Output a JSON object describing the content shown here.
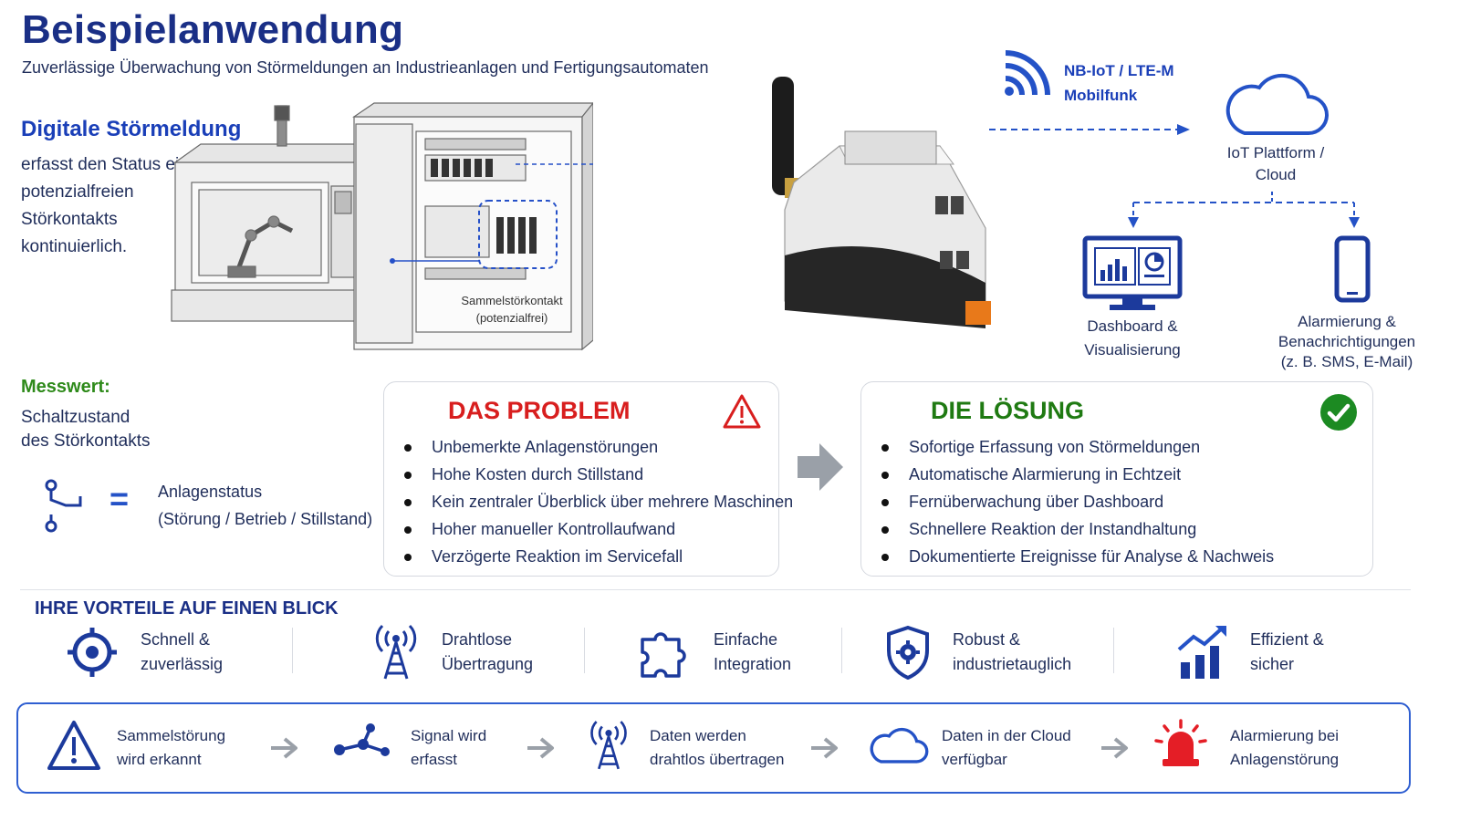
{
  "header": {
    "title": "Beispielanwendung",
    "subtitle": "Zuverlässige Überwachung von Störmeldungen an Industrieanlagen und Fertigungsautomaten"
  },
  "digital": {
    "heading": "Digitale Störmeldung",
    "lines": [
      "erfasst den Status eines",
      "potenzialfreien",
      "Störkontakts",
      "kontinuierlich."
    ]
  },
  "contact_caption": [
    "Sammelstörkontakt",
    "(potenzialfrei)"
  ],
  "network": {
    "line1": "NB-IoT / LTE-M",
    "line2": "Mobilfunk"
  },
  "cloud": {
    "line1": "IoT Plattform /",
    "line2": "Cloud"
  },
  "dashboard": {
    "line1": "Dashboard &",
    "line2": "Visualisierung"
  },
  "alerting": {
    "line1": "Alarmierung &",
    "line2": "Benachrichtigungen",
    "line3": "(z. B. SMS, E-Mail)"
  },
  "measure": {
    "heading": "Messwert:",
    "line1": "Schaltzustand",
    "line2": "des Störkontakts",
    "equals": "=",
    "result1": "Anlagenstatus",
    "result2": "(Störung / Betrieb / Stillstand)"
  },
  "problem": {
    "title": "DAS PROBLEM",
    "items": [
      "Unbemerkte Anlagenstörungen",
      "Hohe Kosten durch Stillstand",
      "Kein zentraler Überblick über mehrere Maschinen",
      "Hoher manueller Kontrollaufwand",
      "Verzögerte Reaktion im Servicefall"
    ]
  },
  "solution": {
    "title": "DIE LÖSUNG",
    "items": [
      "Sofortige Erfassung von Störmeldungen",
      "Automatische Alarmierung in Echtzeit",
      "Fernüberwachung über Dashboard",
      "Schnellere Reaktion der Instandhaltung",
      "Dokumentierte Ereignisse für Analyse & Nachweis"
    ]
  },
  "advantages": {
    "heading": "IHRE VORTEILE AUF EINEN BLICK",
    "items": [
      {
        "line1": "Schnell &",
        "line2": "zuverlässig",
        "icon": "target-icon"
      },
      {
        "line1": "Drahtlose",
        "line2": "Übertragung",
        "icon": "antenna-icon"
      },
      {
        "line1": "Einfache",
        "line2": "Integration",
        "icon": "puzzle-icon"
      },
      {
        "line1": "Robust &",
        "line2": "industrietauglich",
        "icon": "shield-gear-icon"
      },
      {
        "line1": "Effizient &",
        "line2": "sicher",
        "icon": "growth-chart-icon"
      }
    ]
  },
  "flow": {
    "steps": [
      {
        "line1": "Sammelstörung",
        "line2": "wird erkannt",
        "icon": "warning-icon"
      },
      {
        "line1": "Signal wird",
        "line2": "erfasst",
        "icon": "signal-nodes-icon"
      },
      {
        "line1": "Daten werden",
        "line2": "drahtlos übertragen",
        "icon": "antenna-icon"
      },
      {
        "line1": "Daten in der Cloud",
        "line2": "verfügbar",
        "icon": "cloud-icon"
      },
      {
        "line1": "Alarmierung bei",
        "line2": "Anlagenstörung",
        "icon": "alarm-light-icon"
      }
    ]
  },
  "colors": {
    "brand_blue": "#1a2f86",
    "accent_blue": "#1a3fb8",
    "problem_red": "#d81e1e",
    "solution_green": "#1f7a12",
    "arrow_gray": "#9aa0a8"
  }
}
